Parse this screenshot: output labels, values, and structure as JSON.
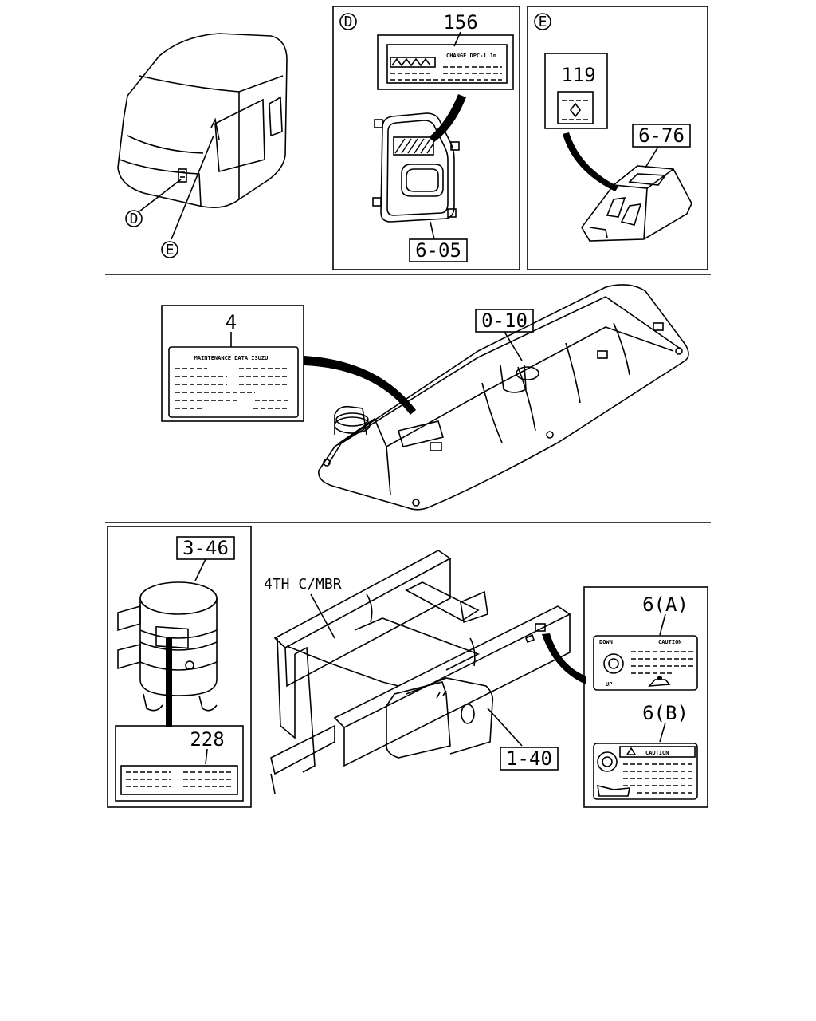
{
  "sections": {
    "top_left": {
      "callouts": [
        "D",
        "E"
      ]
    },
    "panel_D": {
      "circle_label": "D",
      "parts": [
        "156",
        "6-05"
      ],
      "label_156_text": "CHANGE DPC-1 1m"
    },
    "panel_E": {
      "circle_label": "E",
      "parts": [
        "119",
        "6-76"
      ]
    },
    "middle": {
      "parts": [
        "4",
        "0-10"
      ],
      "label_4_title": "MAINTENANCE DATA ISUZU"
    },
    "bottom_left": {
      "parts": [
        "3-46",
        "228"
      ]
    },
    "bottom_center": {
      "frame_label": "4TH C/MBR",
      "parts": [
        "1-40"
      ]
    },
    "bottom_right": {
      "parts": [
        "6(A)",
        "6(B)"
      ],
      "label_6a": {
        "left": "DOWN",
        "right": "CAUTION",
        "bottom": "UP"
      },
      "label_6b": {
        "title": "CAUTION"
      }
    }
  }
}
